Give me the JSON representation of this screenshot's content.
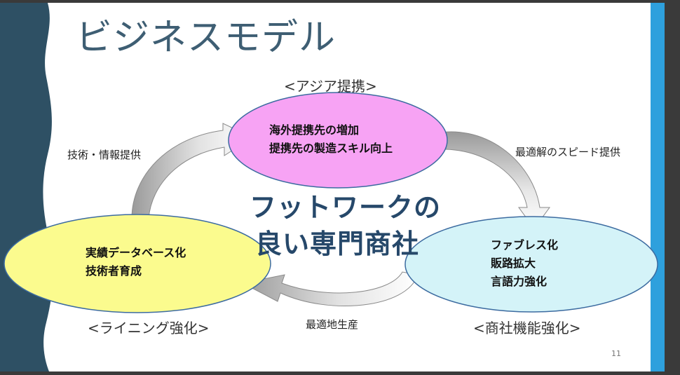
{
  "slide": {
    "title": "ビジネスモデル",
    "page_number": "11",
    "center_text": [
      "フットワークの",
      "良い専門商社"
    ]
  },
  "groups": {
    "top_label": "<アジア提携>",
    "left_label": "<ライニング強化>",
    "right_label": "<商社機能強化>"
  },
  "bubbles": {
    "pink": [
      "海外提携先の増加",
      "提携先の製造スキル向上"
    ],
    "yellow": [
      "実績データベース化",
      "技術者育成"
    ],
    "cyan": [
      "ファブレス化",
      "販路拡大",
      "言語力強化"
    ]
  },
  "flows": {
    "left_to_top": "技術・情報提供",
    "top_to_right": "最適解のスピード提供",
    "right_to_left": "最適地生産"
  },
  "colors": {
    "pink_fill": "#f7a3f4",
    "yellow_fill": "#fbfb8e",
    "cyan_fill": "#d4f3f8",
    "ellipse_stroke": "#3c6ba0",
    "title_color": "#3e5e73",
    "center_text_color": "#26486a",
    "wave_band": "#2e5064",
    "right_band": "#2ea0dd"
  }
}
